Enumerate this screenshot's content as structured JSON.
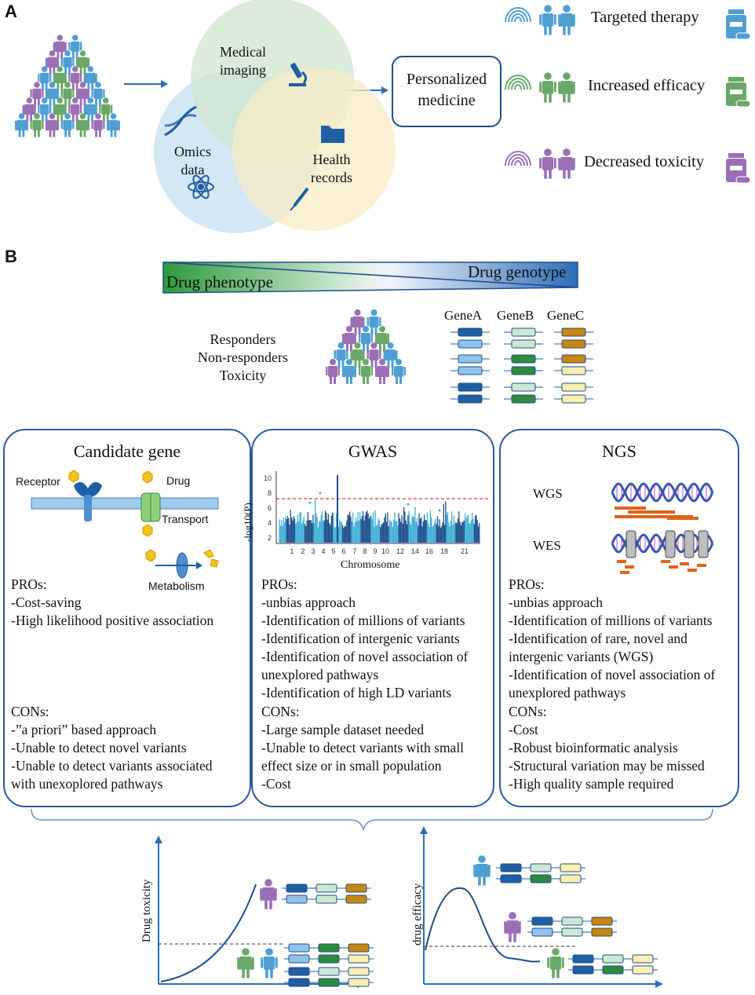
{
  "panel_a": {
    "letter": "A",
    "venn": {
      "imaging": "Medical\nimaging",
      "omics": "Omics\ndata",
      "records": "Health\nrecords"
    },
    "pm_box": "Personalized\nmedicine",
    "outcomes": [
      "Targeted therapy",
      "Increased efficacy",
      "Decreased toxicity"
    ]
  },
  "panel_b": {
    "letter": "B",
    "gradient_left": "Drug phenotype",
    "gradient_right": "Drug genotype",
    "groups": "Responders\nNon-responders\nToxicity",
    "genes": [
      "GeneA",
      "GeneB",
      "GeneC"
    ],
    "candidate": {
      "title": "Candidate gene",
      "labels": {
        "receptor": "Receptor",
        "drug": "Drug",
        "transport": "Transport",
        "metabolism": "Metabolism"
      },
      "pros_header": "PROs:",
      "pros": "-Cost-saving\n-High likelihood positive association",
      "cons_header": "CONs:",
      "cons": "-”a priori” based approach\n-Unable to detect novel variants\n-Unable to detect variants associated\nwith unexoplored pathways"
    },
    "gwas": {
      "title": "GWAS",
      "ylabel": "-log10(P)",
      "xlabel": "Chromosome",
      "yticks": [
        "10",
        "8",
        "6",
        "4",
        "2"
      ],
      "xticks": [
        "1",
        "2",
        "3",
        "4",
        "5",
        "6",
        "7",
        "8",
        "9",
        "10",
        "12",
        "14",
        "16",
        "18",
        "21"
      ],
      "pros_header": "PROs:",
      "pros": "-unbias approach\n-Identification of millions of variants\n-Identification of intergenic variants\n-Identification of novel association of\nunexplored pathways\n-Identification of high LD variants",
      "cons_header": "CONs:",
      "cons": "-Large sample dataset needed\n-Unable to detect variants with small\neffect size or in small population\n-Cost"
    },
    "ngs": {
      "title": "NGS",
      "wgs": "WGS",
      "wes": "WES",
      "pros_header": "PROs:",
      "pros": "-unbias approach\n-Identification of millions of variants\n-Identification of rare, novel and\nintergenic variants (WGS)\n-Identification of novel association of\nunexplored pathways",
      "cons_header": "CONs:",
      "cons": "-Cost\n-Robust bioinformatic analysis\n-Structural variation may be missed\n-High quality sample required"
    },
    "tox_ylabel": "Drug toxicity",
    "eff_ylabel": "drug efficacy"
  },
  "colors": {
    "blue_dark": "#1f5fa3",
    "blue_light": "#8fc3ea",
    "green": "#2e8b3e",
    "green_light": "#cde8d2",
    "orange": "#c8860d",
    "yellow_light": "#fbefb2",
    "purple": "#9b6fb5",
    "person_blue": "#4f9fd4",
    "person_green": "#6aa86a",
    "frame": "#2b5a9a"
  }
}
